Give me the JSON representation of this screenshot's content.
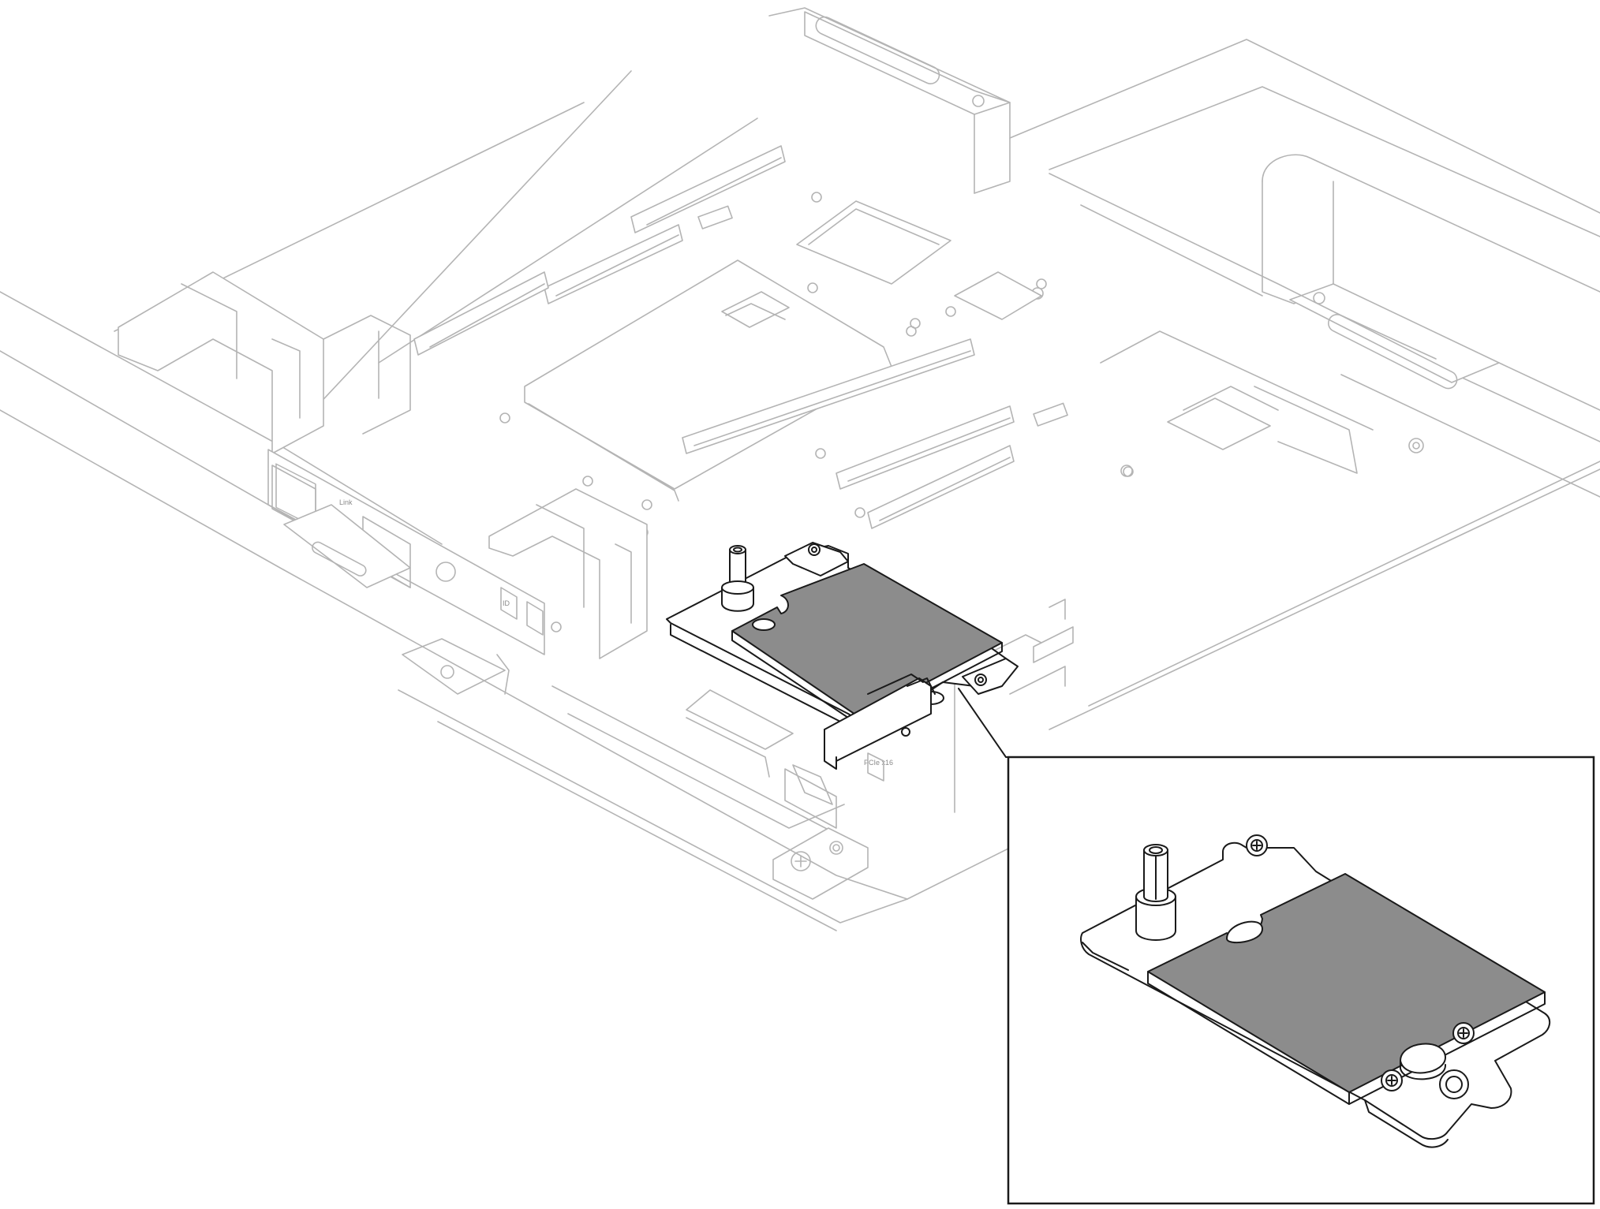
{
  "diagram": {
    "colors": {
      "thermal_pad": "#8c8c8c",
      "outline_dark": "#1a1a1a",
      "outline_faint": "#b4b4b4",
      "callout_frame": "#1a1a1a",
      "background": "#ffffff"
    },
    "panel_labels": {
      "link": "Link",
      "id": "ID",
      "pcie": "PCIe x16"
    }
  }
}
